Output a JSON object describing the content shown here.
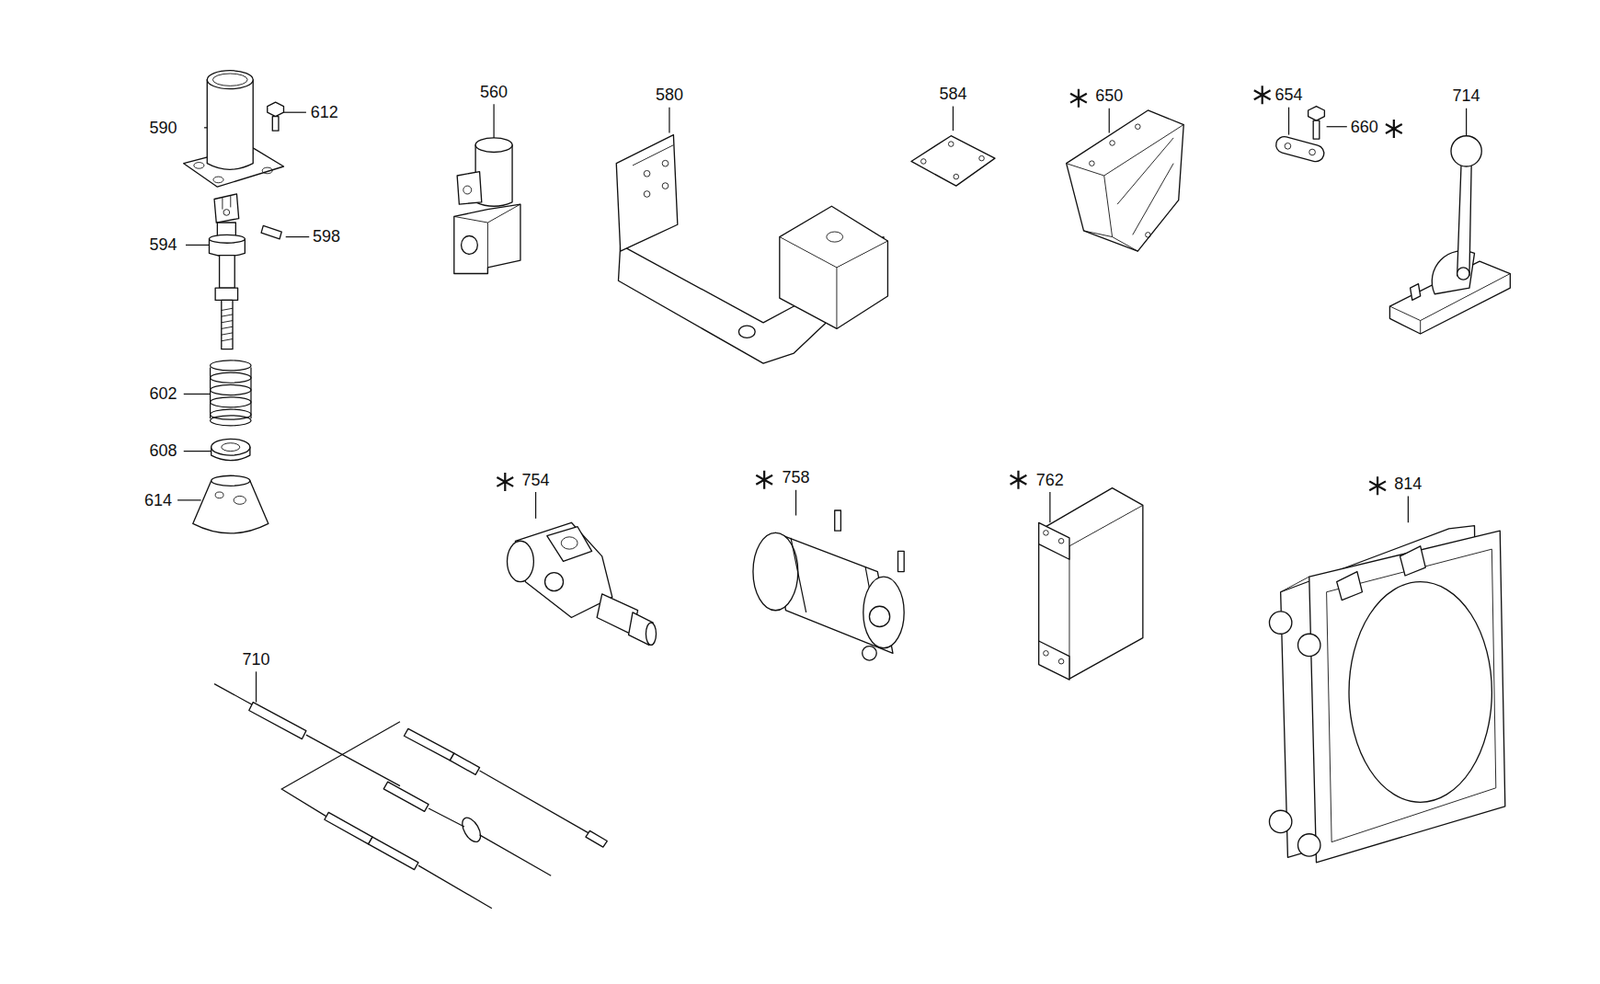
{
  "diagram": {
    "labels": [
      "590",
      "612",
      "594",
      "598",
      "602",
      "608",
      "614",
      "560",
      "580",
      "584",
      "650",
      "654",
      "660",
      "714",
      "710",
      "754",
      "758",
      "762",
      "814"
    ]
  }
}
